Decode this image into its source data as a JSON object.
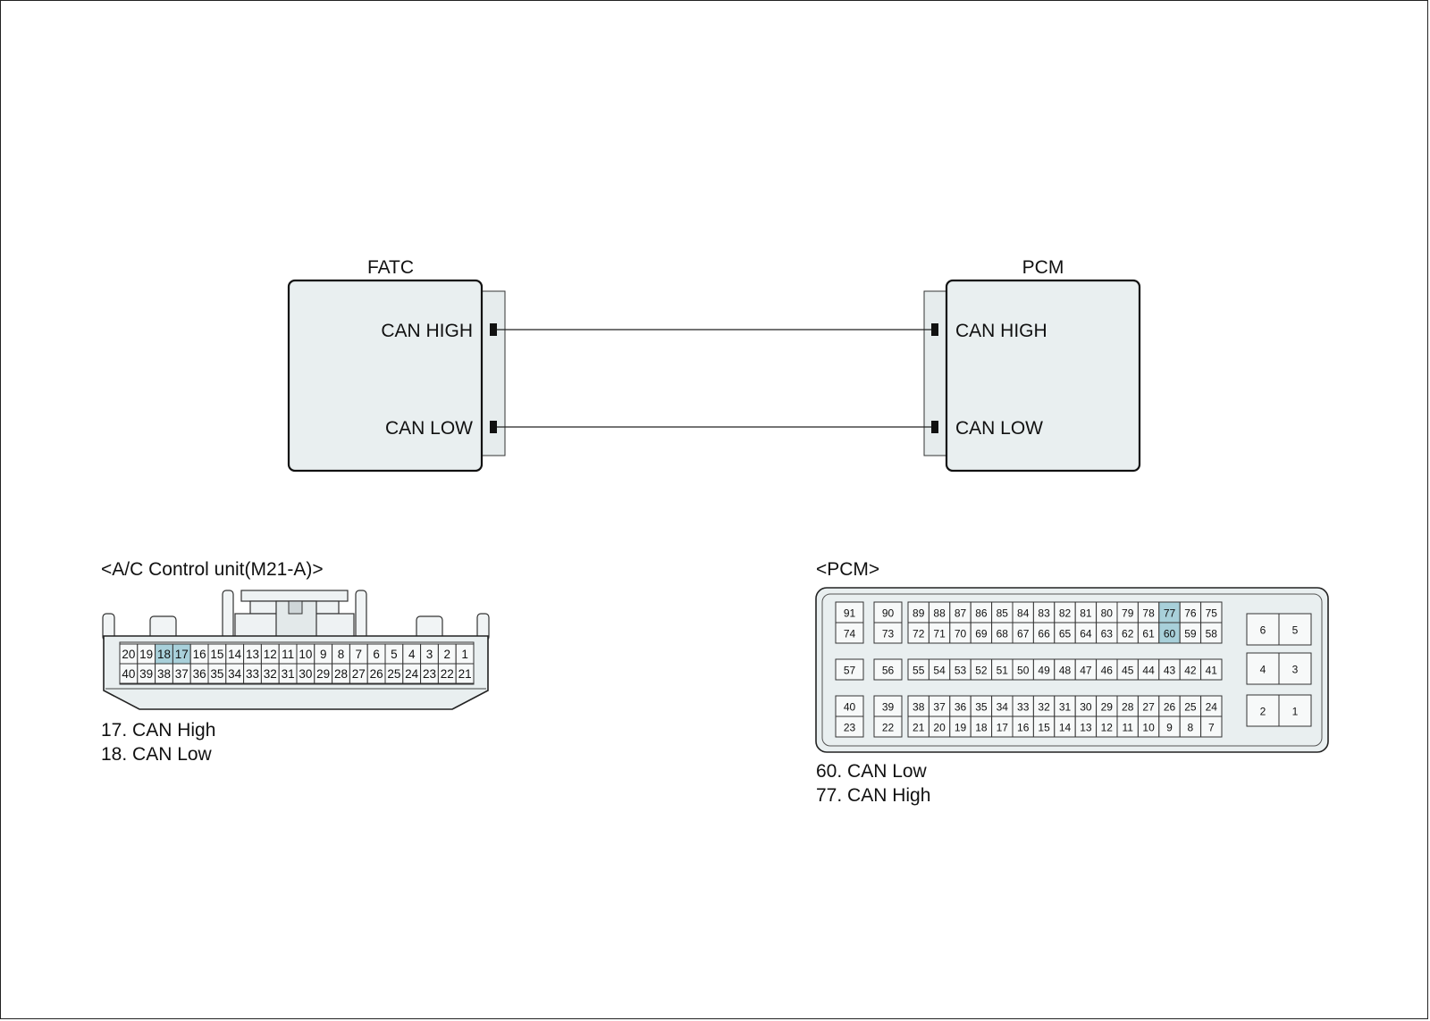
{
  "wiring": {
    "left_module": {
      "name": "FATC",
      "pin_high": "CAN HIGH",
      "pin_low": "CAN LOW"
    },
    "right_module": {
      "name": "PCM",
      "pin_high": "CAN HIGH",
      "pin_low": "CAN LOW"
    }
  },
  "connectors": {
    "ac": {
      "title": "<A/C Control unit(M21-A)>",
      "top_row": [
        "20",
        "19",
        "18",
        "17",
        "16",
        "15",
        "14",
        "13",
        "12",
        "11",
        "10",
        "9",
        "8",
        "7",
        "6",
        "5",
        "4",
        "3",
        "2",
        "1"
      ],
      "bottom_row": [
        "40",
        "39",
        "38",
        "37",
        "36",
        "35",
        "34",
        "33",
        "32",
        "31",
        "30",
        "29",
        "28",
        "27",
        "26",
        "25",
        "24",
        "23",
        "22",
        "21"
      ],
      "highlighted": [
        "18",
        "17"
      ],
      "pin_notes": [
        "17. CAN High",
        "18. CAN Low"
      ]
    },
    "pcm": {
      "title": "<PCM>",
      "row1": [
        "89",
        "88",
        "87",
        "86",
        "85",
        "84",
        "83",
        "82",
        "81",
        "80",
        "79",
        "78",
        "77",
        "76",
        "75"
      ],
      "row2": [
        "72",
        "71",
        "70",
        "69",
        "68",
        "67",
        "66",
        "65",
        "64",
        "63",
        "62",
        "61",
        "60",
        "59",
        "58"
      ],
      "row3": [
        "55",
        "54",
        "53",
        "52",
        "51",
        "50",
        "49",
        "48",
        "47",
        "46",
        "45",
        "44",
        "43",
        "42",
        "41"
      ],
      "row4": [
        "38",
        "37",
        "36",
        "35",
        "34",
        "33",
        "32",
        "31",
        "30",
        "29",
        "28",
        "27",
        "26",
        "25",
        "24"
      ],
      "row5": [
        "21",
        "20",
        "19",
        "18",
        "17",
        "16",
        "15",
        "14",
        "13",
        "12",
        "11",
        "10",
        "9",
        "8",
        "7"
      ],
      "singles_col1": [
        "91",
        "74",
        "57",
        "40",
        "23"
      ],
      "singles_col2": [
        "90",
        "73",
        "56",
        "39",
        "22"
      ],
      "power_pins": [
        [
          "6",
          "5"
        ],
        [
          "4",
          "3"
        ],
        [
          "2",
          "1"
        ]
      ],
      "highlighted": [
        "77",
        "60"
      ],
      "pin_notes": [
        "60. CAN Low",
        "77. CAN High"
      ]
    }
  },
  "colors": {
    "module_fill": "#e9eff0",
    "highlight": "#a8d0da",
    "pin_box": "#f7f9f9"
  }
}
